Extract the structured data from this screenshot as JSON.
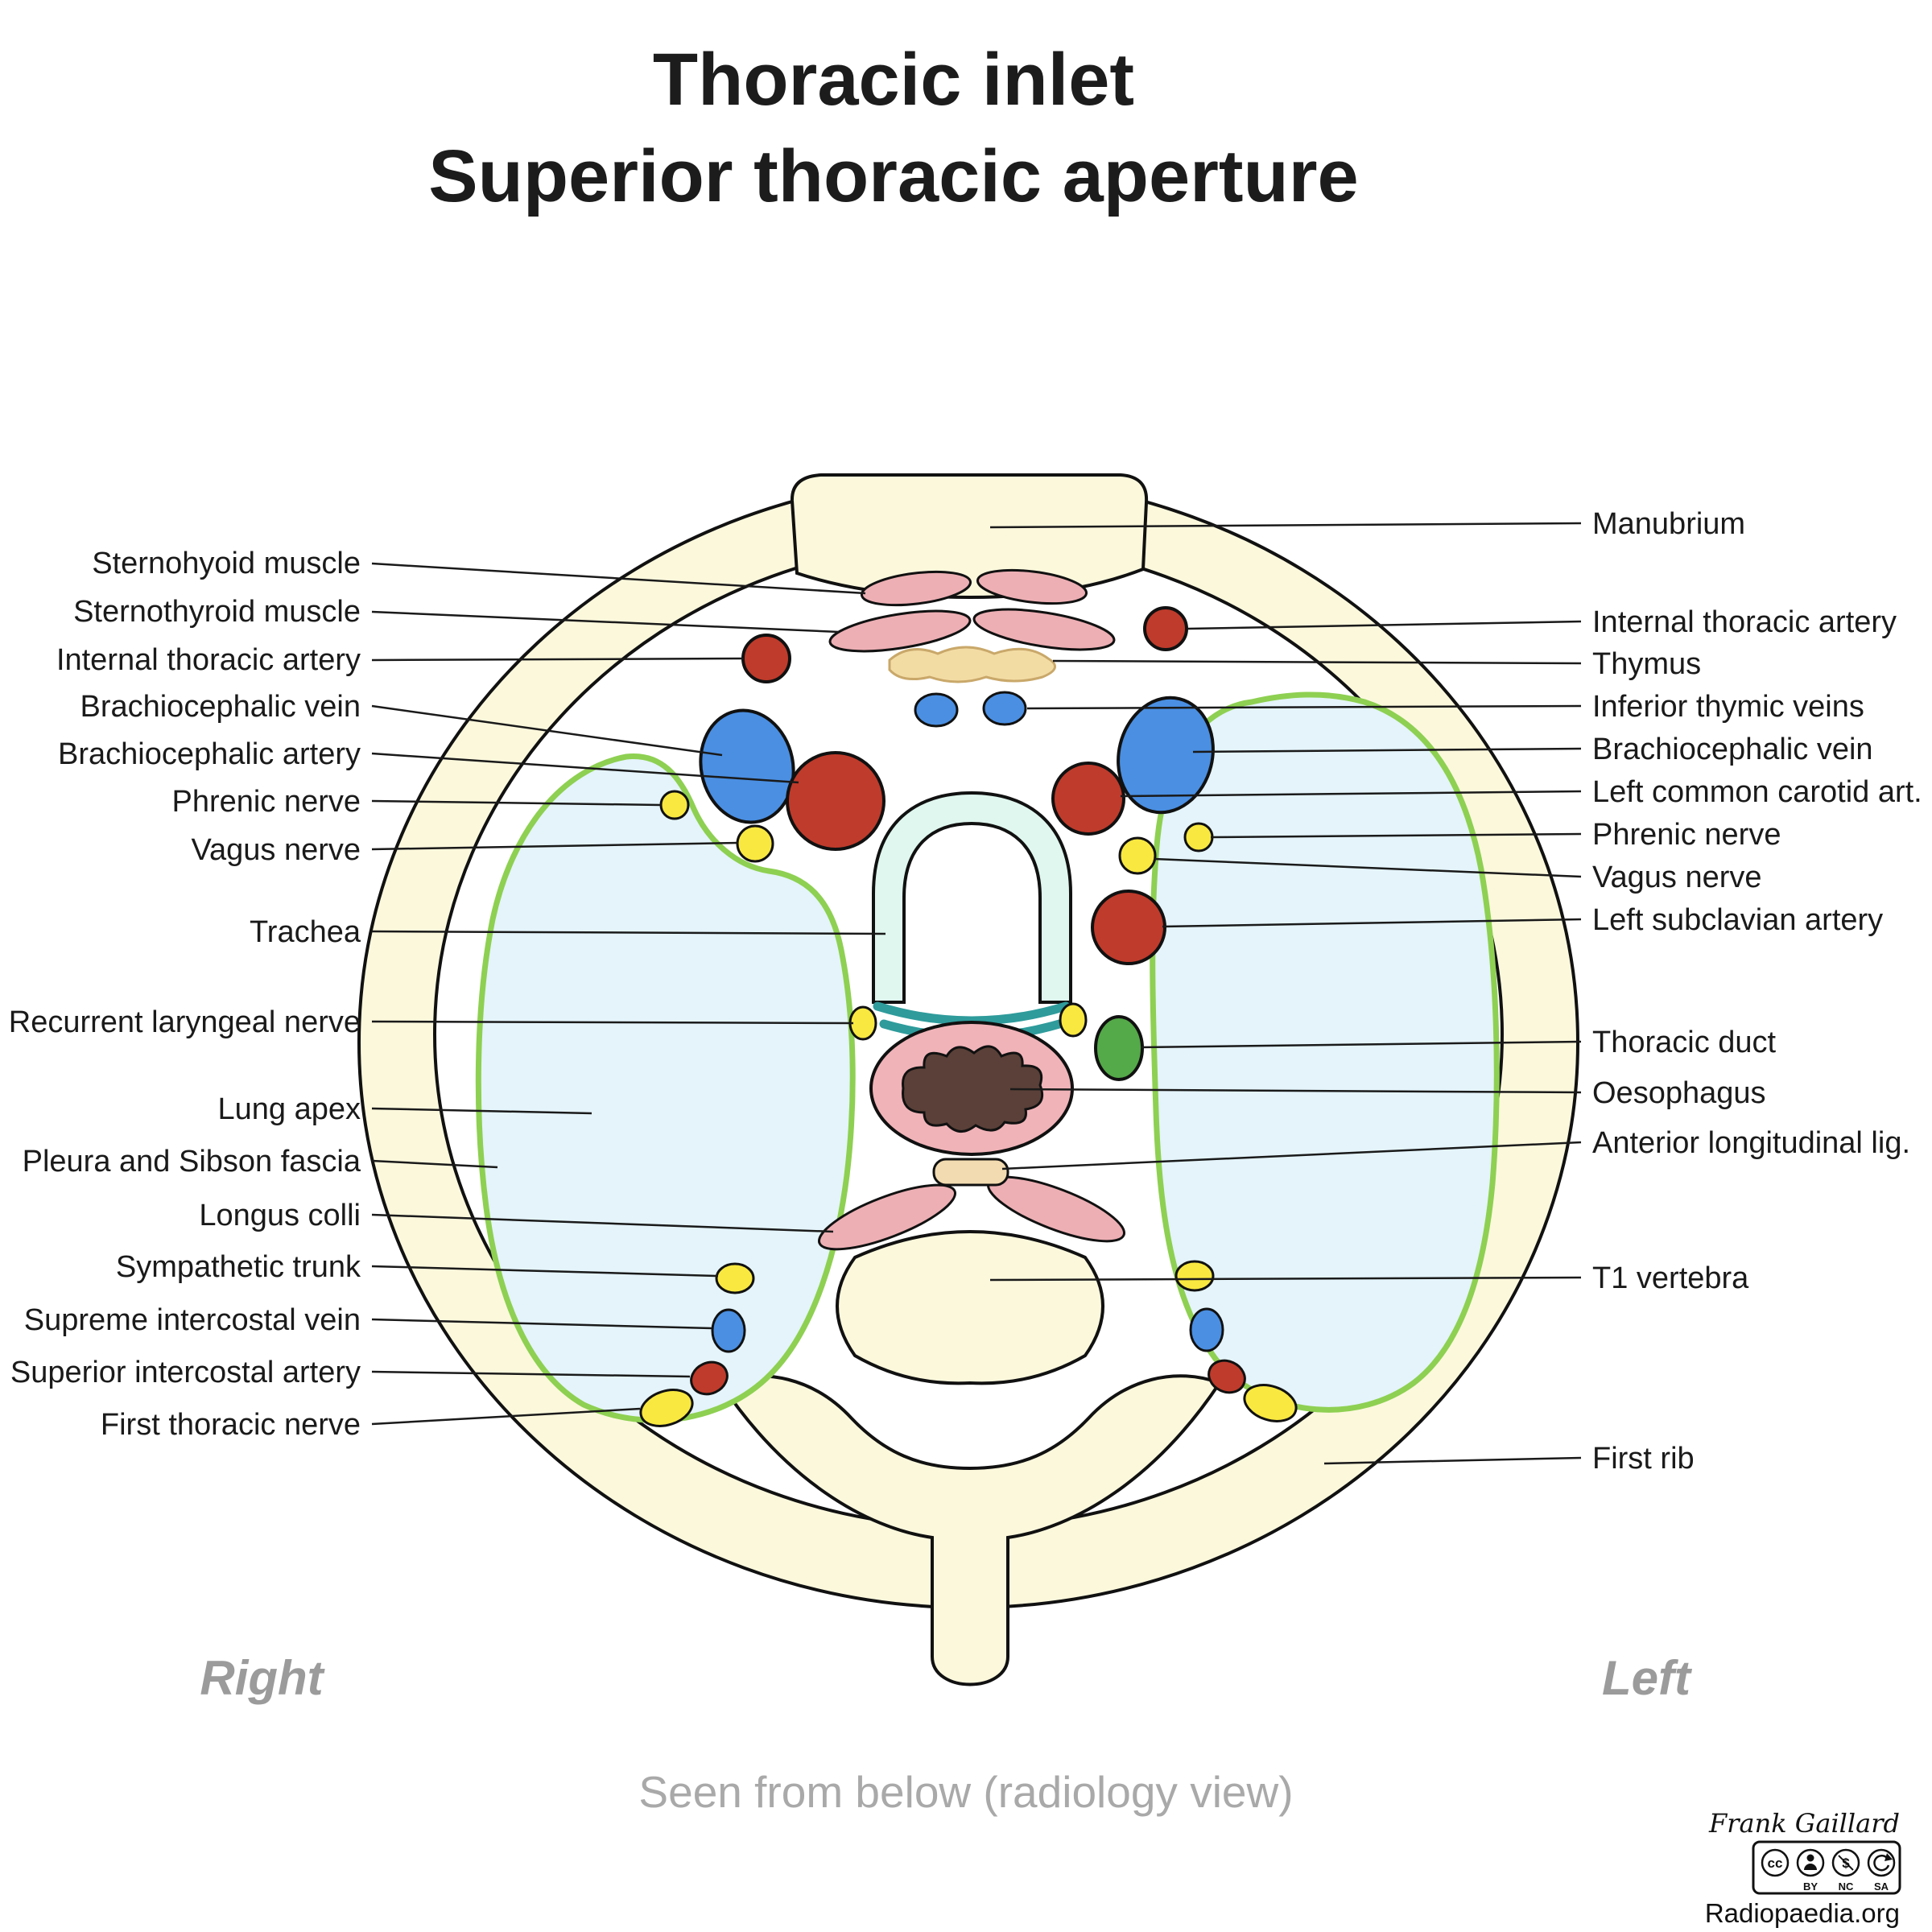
{
  "title": {
    "line1": "Thoracic inlet",
    "line2": "Superior thoracic aperture"
  },
  "left_labels": [
    "Sternohyoid muscle",
    "Sternothyroid muscle",
    "Internal thoracic artery",
    "Brachiocephalic vein",
    "Brachiocephalic artery",
    "Phrenic nerve",
    "Vagus nerve",
    "Trachea",
    "Recurrent laryngeal nerve",
    "Lung apex",
    "Pleura and Sibson fascia",
    "Longus colli",
    "Sympathetic trunk",
    "Supreme intercostal vein",
    "Superior intercostal artery",
    "First thoracic nerve"
  ],
  "right_labels": [
    "Manubrium",
    "Internal thoracic artery",
    "Thymus",
    "Inferior thymic veins",
    "Brachiocephalic vein",
    "Left common carotid art.",
    "Phrenic nerve",
    "Vagus nerve",
    "Left subclavian artery",
    "Thoracic duct",
    "Oesophagus",
    "Anterior longitudinal lig.",
    "T1 vertebra",
    "First rib"
  ],
  "orientation": {
    "right": "Right",
    "left": "Left",
    "caption": "Seen from below (radiology view)"
  },
  "attribution": {
    "author": "Frank Gaillard",
    "cc": "cc",
    "license_parts": [
      "BY",
      "NC",
      "SA"
    ],
    "site": "Radiopaedia.org"
  },
  "colors": {
    "bone": "#fbf8dc",
    "lung": "#e4f4fa",
    "pleura": "#8ed052",
    "artery": "#bf3b2b",
    "vein": "#4a8fe2",
    "nerve": "#f9e840",
    "thoracic_duct": "#54a948",
    "muscle": "#edafb4",
    "thymus": "#f3dca4",
    "ligament": "#f2dbb0",
    "trachea": "#dff7ef",
    "teal_band": "#2f9b9b",
    "oesophagus_wall": "#f0b3b8",
    "oesophagus_lumen": "#5a4038"
  }
}
